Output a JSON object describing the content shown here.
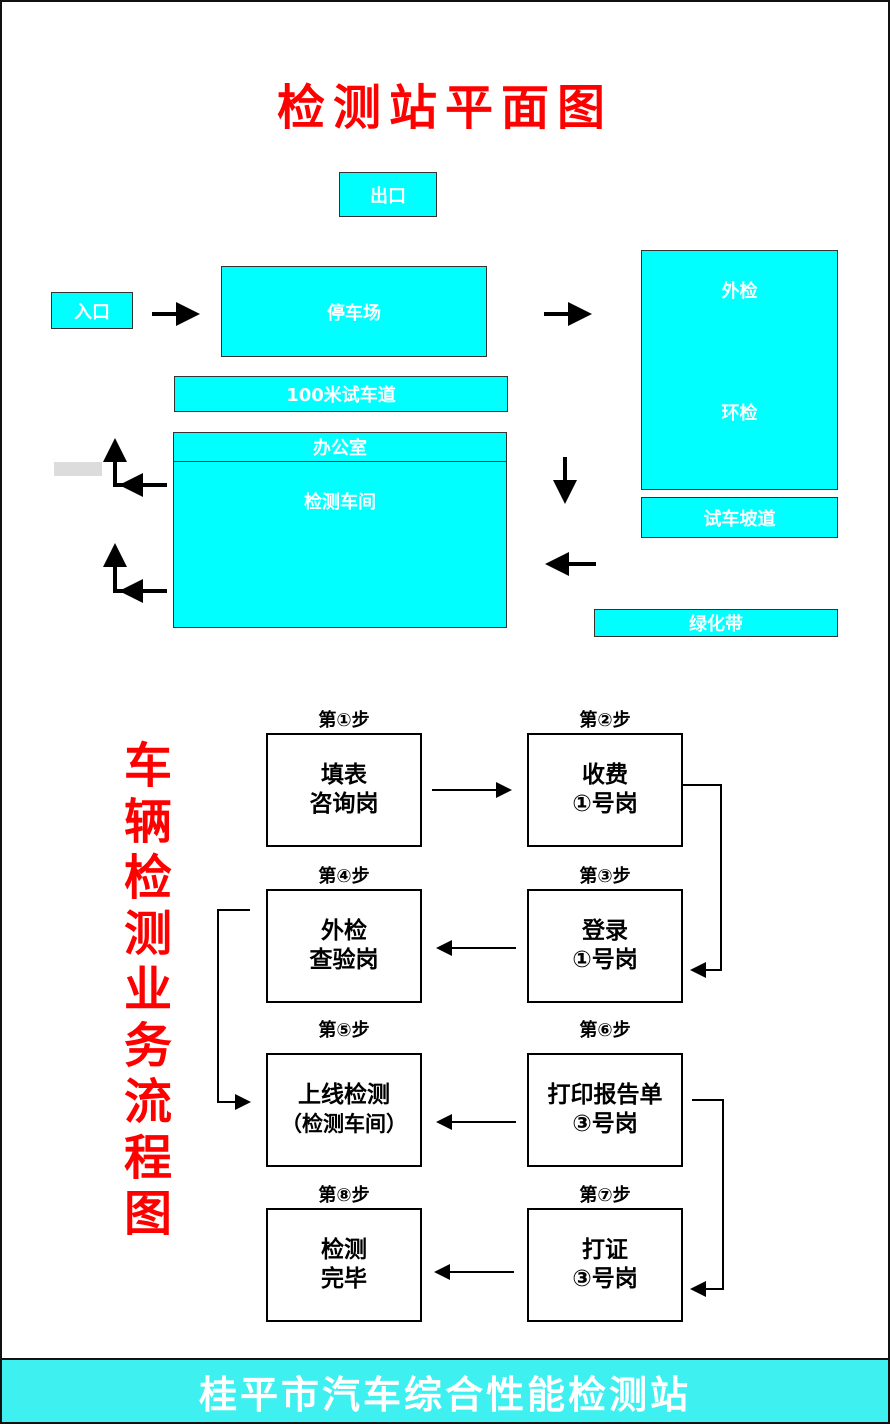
{
  "title": "检测站平面图",
  "plan": {
    "exit": "出口",
    "entrance": "入口",
    "parking": "停车场",
    "test_track": "100米试车道",
    "exterior_check": "外检",
    "env_check": "环检",
    "test_slope": "试车坡道",
    "office": "办公室",
    "workshop": "检测车间",
    "greenbelt": "绿化带"
  },
  "flow": {
    "title": [
      "车",
      "辆",
      "检",
      "测",
      "业",
      "务",
      "流",
      "程",
      "图"
    ],
    "steps": [
      {
        "step": "第①步",
        "line1": "填表",
        "line2": "咨询岗"
      },
      {
        "step": "第②步",
        "line1": "收费",
        "line2": "①号岗"
      },
      {
        "step": "第③步",
        "line1": "登录",
        "line2": "①号岗"
      },
      {
        "step": "第④步",
        "line1": "外检",
        "line2": "查验岗"
      },
      {
        "step": "第⑤步",
        "line1": "上线检测",
        "line2": "（检测车间）"
      },
      {
        "step": "第⑥步",
        "line1": "打印报告单",
        "line2": "③号岗"
      },
      {
        "step": "第⑦步",
        "line1": "打证",
        "line2": "③号岗"
      },
      {
        "step": "第⑧步",
        "line1": "检测",
        "line2": "完毕"
      }
    ]
  },
  "footer": "桂平市汽车综合性能检测站",
  "colors": {
    "zone": "#00ffff",
    "title": "#ff0000",
    "footer_bg": "#3ff0f0"
  }
}
